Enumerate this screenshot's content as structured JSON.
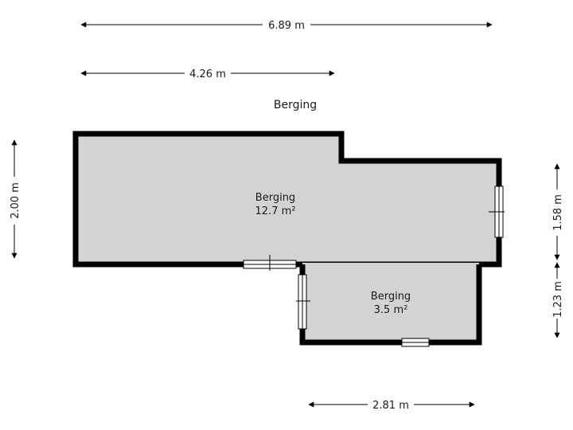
{
  "floor_title": "Berging",
  "dimensions": {
    "top_total": "6.89 m",
    "top_left": "4.26 m",
    "left_height": "2.00 m",
    "right_upper": "1.58 m",
    "right_lower": "1.23 m",
    "bottom_width": "2.81 m"
  },
  "rooms": [
    {
      "name": "Berging",
      "area": "12.7 m²"
    },
    {
      "name": "Berging",
      "area": "3.5 m²"
    }
  ],
  "colors": {
    "wall": "#000000",
    "floor": "#d3d3d3",
    "dimension_line": "#000000",
    "window": "#ffffff"
  }
}
